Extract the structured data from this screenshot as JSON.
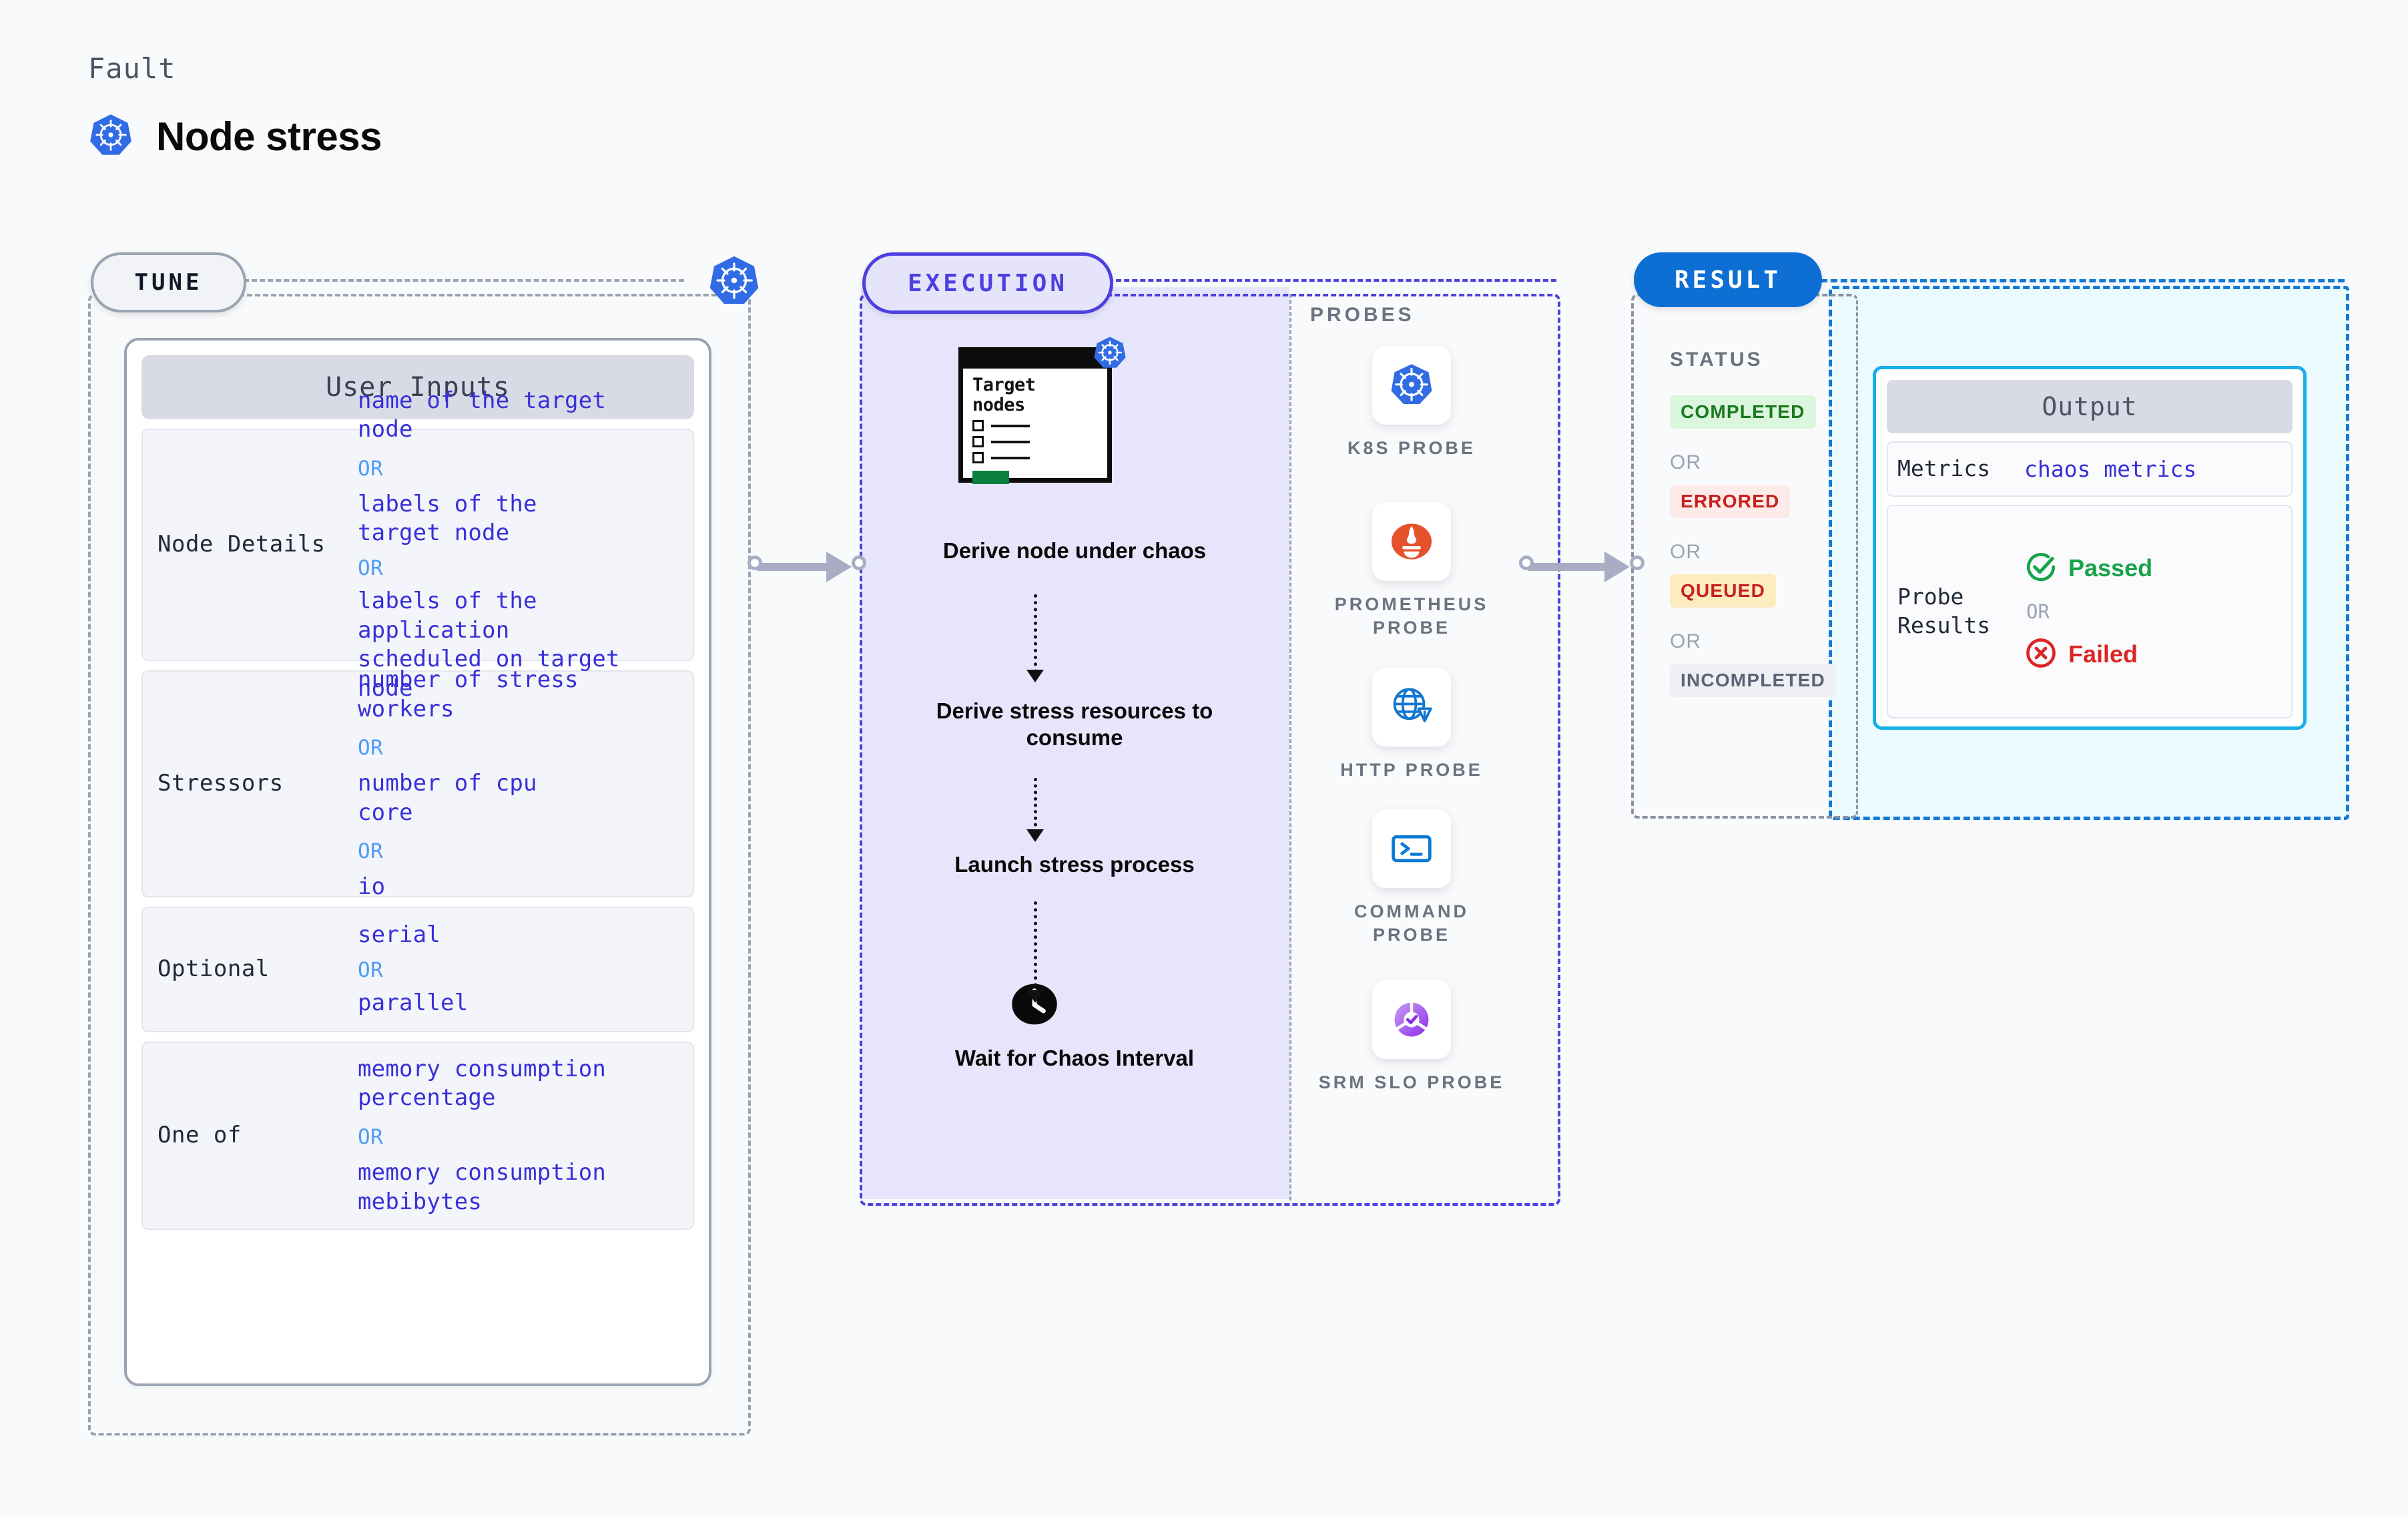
{
  "header": {
    "fault_label": "Fault",
    "fault_title": "Node stress",
    "k8s_icon": "kubernetes-icon"
  },
  "tune": {
    "badge": "TUNE",
    "k8s_icon": "kubernetes-icon",
    "card_title": "User Inputs",
    "groups": [
      {
        "label": "Node Details",
        "values": [
          "name of the target\nnode",
          "labels of the\ntarget node",
          "labels of the application\n scheduled on target node"
        ],
        "separator": "OR"
      },
      {
        "label": "Stressors",
        "values": [
          "number of stress\nworkers",
          "number of cpu\ncore",
          "io"
        ],
        "separator": "OR"
      },
      {
        "label": "Optional",
        "values": [
          "serial",
          "parallel"
        ],
        "separator": "OR"
      },
      {
        "label": "One of",
        "values": [
          "memory consumption\npercentage",
          "memory consumption\nmebibytes"
        ],
        "separator": "OR"
      }
    ]
  },
  "execution": {
    "badge": "EXECUTION",
    "window": {
      "title": "Target\nnodes",
      "k8s_icon": "kubernetes-icon"
    },
    "steps": [
      "Derive node under chaos",
      "Derive stress resources to consume",
      "Launch stress process",
      "Wait for Chaos Interval"
    ],
    "clock_icon": "clock-icon",
    "probes_label": "PROBES",
    "probes": [
      {
        "name": "K8S PROBE",
        "icon": "kubernetes-icon"
      },
      {
        "name": "PROMETHEUS PROBE",
        "icon": "prometheus-icon"
      },
      {
        "name": "HTTP PROBE",
        "icon": "globe-warning-icon"
      },
      {
        "name": "COMMAND PROBE",
        "icon": "terminal-icon"
      },
      {
        "name": "SRM SLO PROBE",
        "icon": "srm-slo-icon"
      }
    ]
  },
  "result": {
    "badge": "RESULT",
    "status_label": "STATUS",
    "statuses": [
      "COMPLETED",
      "ERRORED",
      "QUEUED",
      "INCOMPLETED"
    ],
    "separator": "OR",
    "output": {
      "title": "Output",
      "metrics_label": "Metrics",
      "metrics_value": "chaos metrics",
      "probe_results_label": "Probe\nResults",
      "passed": "Passed",
      "failed": "Failed",
      "separator": "OR",
      "passed_icon": "check-circle-icon",
      "failed_icon": "x-circle-icon"
    }
  },
  "colors": {
    "tune_border": "#9aa3b2",
    "execution_accent": "#4c40e0",
    "execution_fill": "#e6e5fb",
    "result_accent": "#0d6fd4",
    "result_fill": "#ebfaff",
    "output_border": "#18aee8",
    "value_text": "#3730d8",
    "or_text": "#4e9cf5",
    "passed": "#16a34a",
    "failed": "#dc2626",
    "connector": "#a9adc4"
  }
}
